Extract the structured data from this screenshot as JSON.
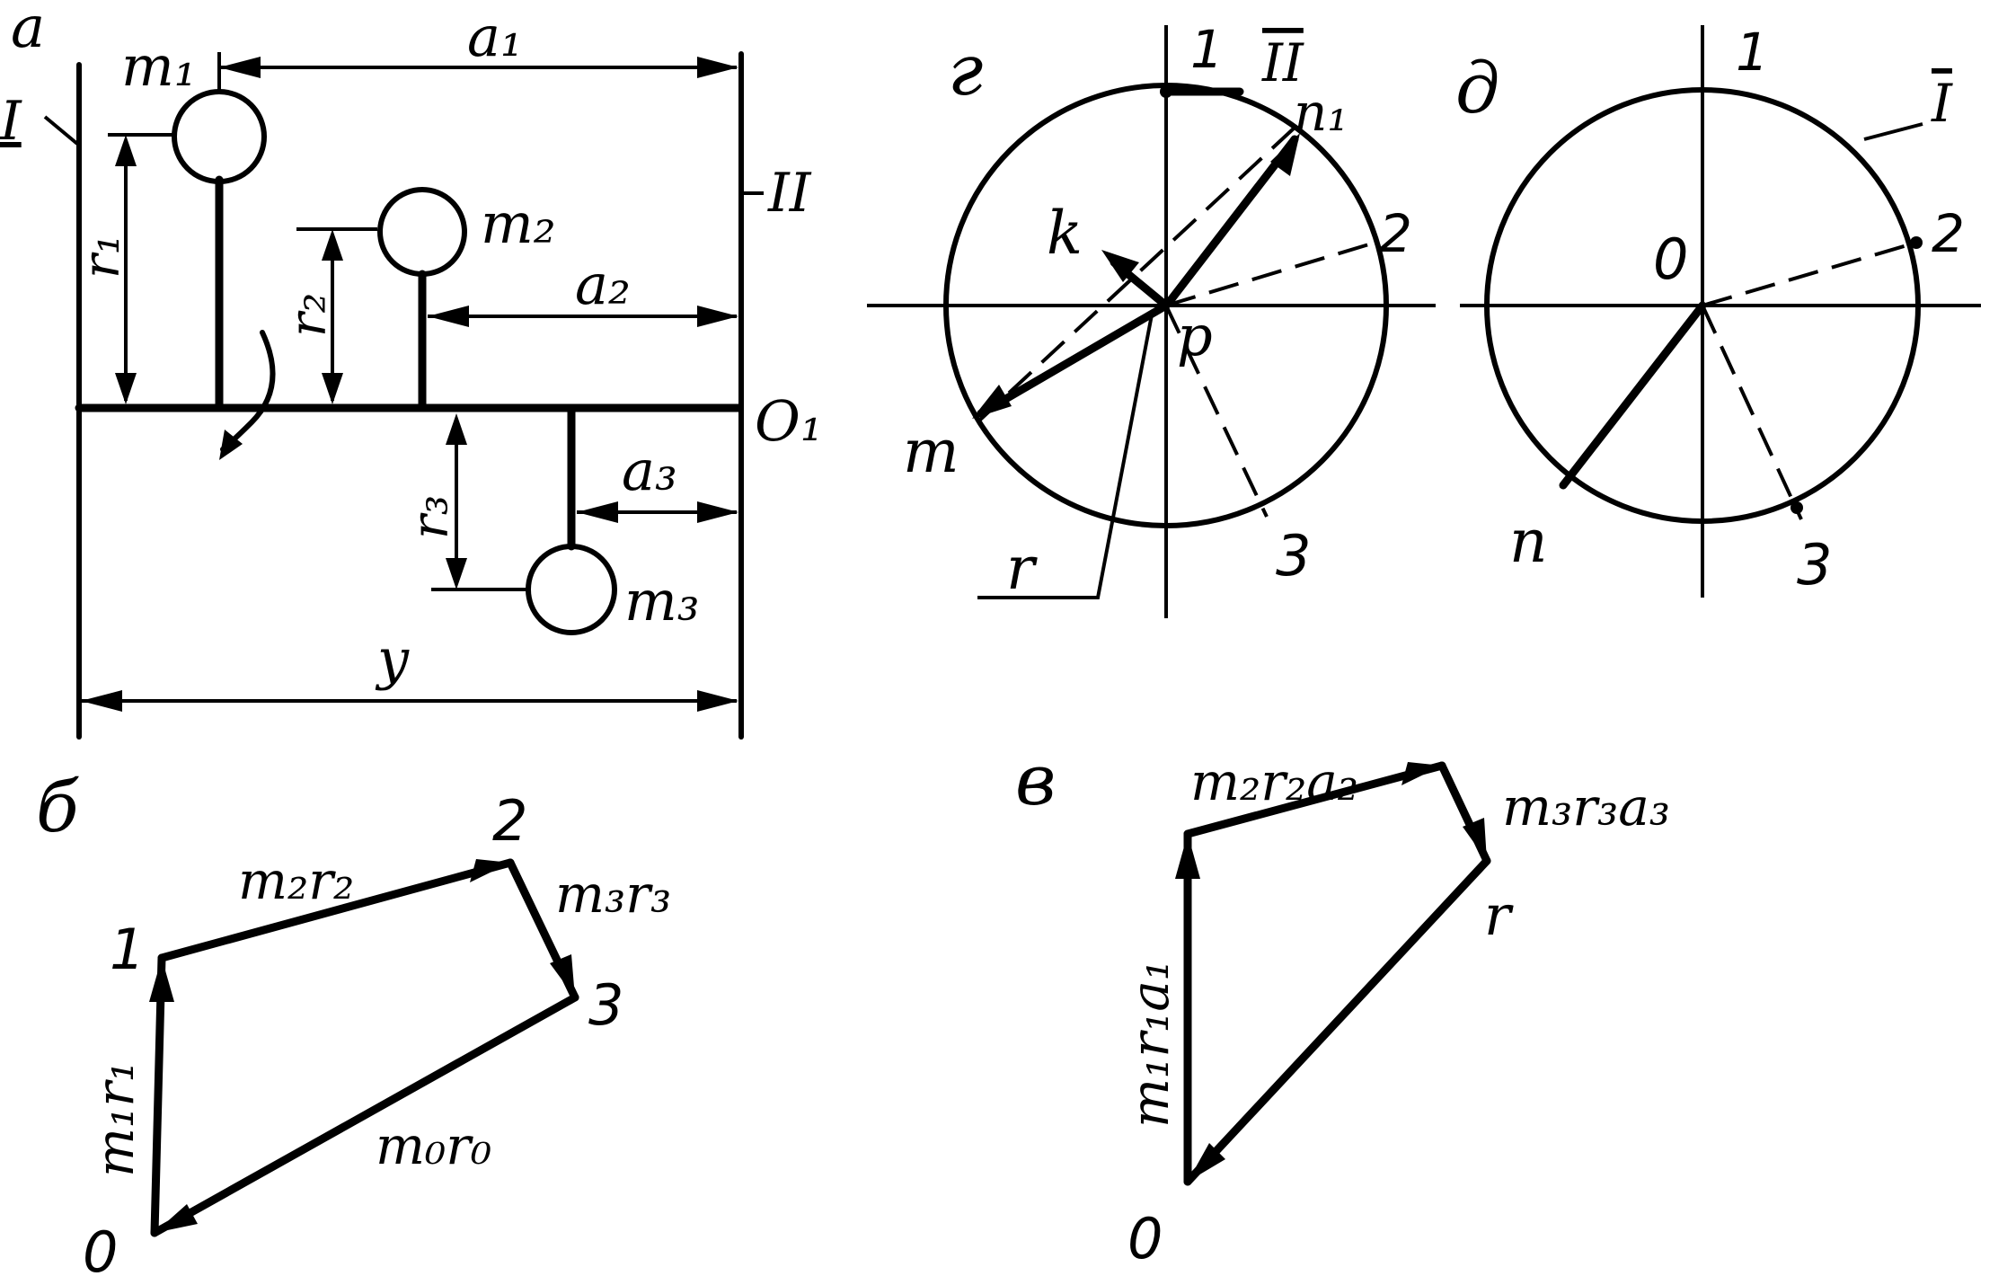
{
  "panel_a": {
    "letter": "a",
    "plane_I": "I",
    "plane_II": "II",
    "m1": "m₁",
    "m2": "m₂",
    "m3": "m₃",
    "r1": "r₁",
    "r2": "r₂",
    "r3": "r₃",
    "a1": "a₁",
    "a2": "a₂",
    "a3": "a₃",
    "axis": "O₁",
    "span": "y"
  },
  "panel_b": {
    "letter": "б",
    "p0": "0",
    "p1": "1",
    "p2": "2",
    "p3": "3",
    "v1": "m₁r₁",
    "v2": "m₂r₂",
    "v3": "m₃r₃",
    "v0": "m₀r₀"
  },
  "panel_v": {
    "letter": "в",
    "p0": "0",
    "pr": "r",
    "v1": "m₁r₁a₁",
    "v2": "m₂r₂a₂",
    "v3": "m₃r₃a₃"
  },
  "panel_g": {
    "letter": "г",
    "plane": "II",
    "p1": "1",
    "p2": "2",
    "p3": "3",
    "n1": "n₁",
    "k": "k",
    "p": "p",
    "m": "m",
    "r": "r"
  },
  "panel_d": {
    "letter": "д",
    "plane": "I",
    "p1": "1",
    "p2": "2",
    "p3": "3",
    "o": "0",
    "n": "n"
  }
}
